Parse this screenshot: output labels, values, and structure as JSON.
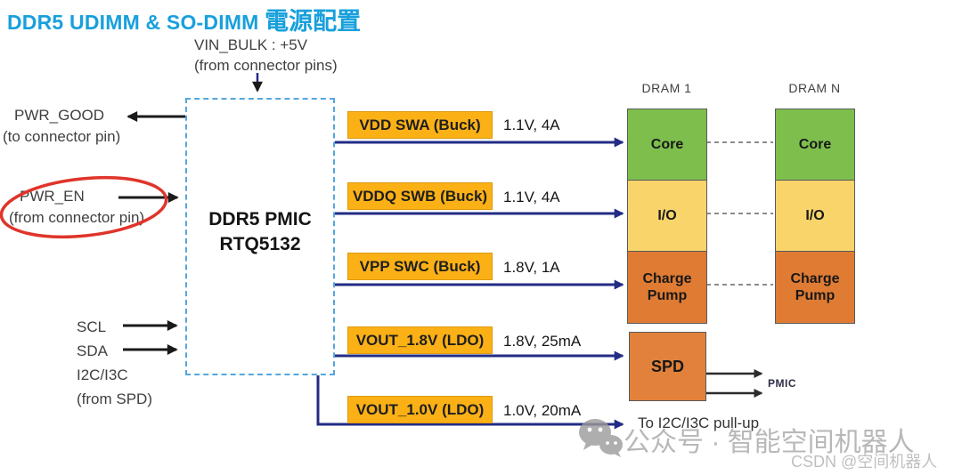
{
  "title": {
    "latin": "DDR5 UDIMM & SO-DIMM ",
    "cjk": "電源配置"
  },
  "colors": {
    "title_cyan": "#18A0DC",
    "navy_line": "#232C85",
    "rail_fill": "#FBB116",
    "core_green": "#7EBE4D",
    "io_yellow": "#F8D46A",
    "charge_orange": "#DF7B33",
    "spd_orange": "#E2813B",
    "highlight_red": "#E0342A",
    "pmic_dash_blue": "#55A6DF"
  },
  "vin": {
    "line1": "VIN_BULK : +5V",
    "line2": "(from connector pins)"
  },
  "pmic": {
    "line1": "DDR5 PMIC",
    "line2": "RTQ5132"
  },
  "left_pins": {
    "pwr_good": {
      "name": "PWR_GOOD",
      "note": "(to connector pin)"
    },
    "pwr_en": {
      "name": "PWR_EN",
      "note": "(from connector pin)"
    },
    "scl": "SCL",
    "sda": "SDA",
    "i2c": "I2C/I3C",
    "i2c_note": "(from SPD)"
  },
  "rails": [
    {
      "label": "VDD SWA (Buck)",
      "value": "1.1V, 4A"
    },
    {
      "label": "VDDQ SWB (Buck)",
      "value": "1.1V, 4A"
    },
    {
      "label": "VPP SWC (Buck)",
      "value": "1.8V, 1A"
    },
    {
      "label": "VOUT_1.8V (LDO)",
      "value": "1.8V, 25mA"
    },
    {
      "label": "VOUT_1.0V (LDO)",
      "value": "1.0V, 20mA"
    }
  ],
  "dram": {
    "headers": [
      "DRAM 1",
      "DRAM N"
    ],
    "cells": [
      "Core",
      "I/O",
      "Charge Pump"
    ]
  },
  "spd": {
    "label": "SPD",
    "out_label": "PMIC"
  },
  "pullup_note": "To I2C/I3C pull-up",
  "watermark": {
    "line1": "公众号 · 智能空间机器人",
    "line2": "CSDN @空间机器人"
  }
}
